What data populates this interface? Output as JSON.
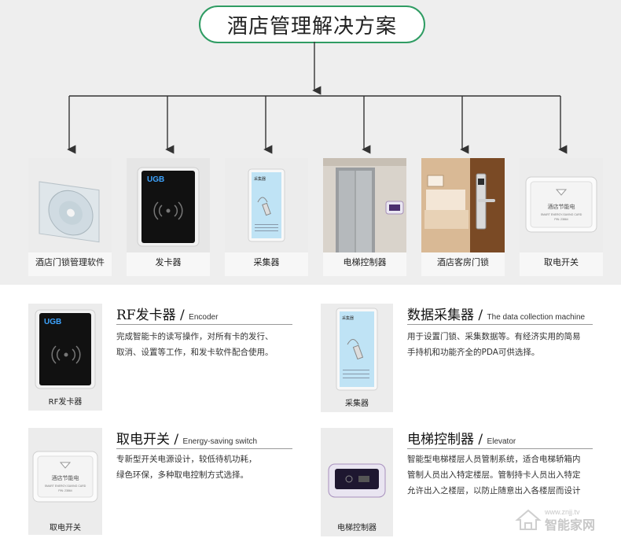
{
  "title": "酒店管理解决方案",
  "products": [
    {
      "label": "酒店门锁管理软件",
      "icon": "software-cd-icon"
    },
    {
      "label": "发卡器",
      "icon": "card-encoder-icon"
    },
    {
      "label": "采集器",
      "icon": "data-collector-icon"
    },
    {
      "label": "电梯控制器",
      "icon": "elevator-icon"
    },
    {
      "label": "酒店客房门锁",
      "icon": "hotel-door-lock-icon"
    },
    {
      "label": "取电开关",
      "icon": "energy-switch-icon"
    }
  ],
  "device_texts": {
    "encoder_logo": "UGB",
    "collector_label": "采集器",
    "switch_line1": "酒店节能电",
    "switch_line2": "SMART ENERGY-SAVING CARD",
    "switch_line3": "PIN: 23864"
  },
  "sections": [
    {
      "title": "RF发卡器",
      "subtitle": "Encoder",
      "image_label": "RF发卡器",
      "desc": [
        "完成智能卡的读写操作，对所有卡的发行、",
        "取消、设置等工作，和发卡软件配合使用。"
      ]
    },
    {
      "title": "数据采集器",
      "subtitle": "The data collection machine",
      "image_label": "采集器",
      "desc": [
        "用于设置门锁、采集数据等。有经济实用的简易",
        "手持机和功能齐全的PDA可供选择。"
      ]
    },
    {
      "title": "取电开关",
      "subtitle": "Energy-saving switch",
      "image_label": "取电开关",
      "desc": [
        "专新型开关电源设计，较低待机功耗，",
        "绿色环保，多种取电控制方式选择。"
      ]
    },
    {
      "title": "电梯控制器",
      "subtitle": "Elevator",
      "image_label": "电梯控制器",
      "desc": [
        "智能型电梯楼层人员管制系统，适合电梯轿箱内",
        "管制人员出入特定楼层。管制持卡人员出入特定",
        "允许出入之楼层，以防止随意出入各楼层而设计"
      ]
    }
  ],
  "watermark": {
    "url": "www.znjj.tv",
    "brand": "智能家网"
  },
  "colors": {
    "title_border": "#2f9c63",
    "band": "#eeeeee"
  }
}
